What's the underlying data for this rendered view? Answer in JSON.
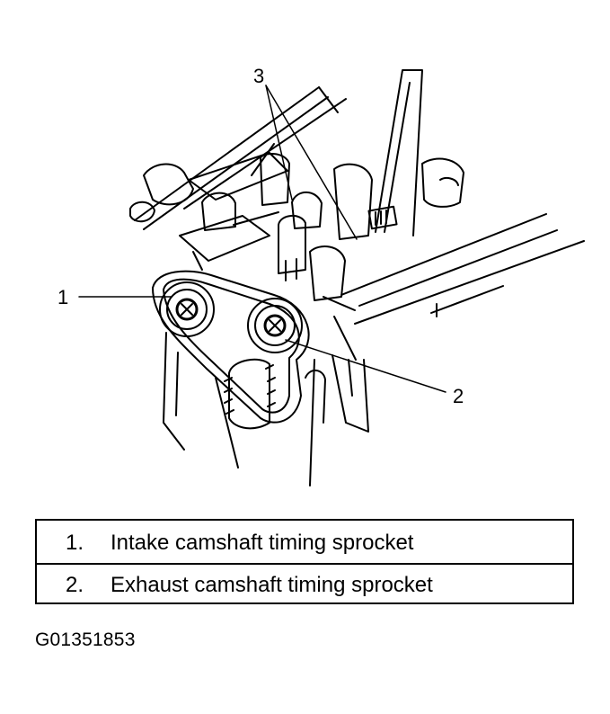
{
  "callouts": {
    "c1": "1",
    "c2": "2",
    "c3": "3"
  },
  "legend": {
    "rows": [
      {
        "number": "1.",
        "text": "Intake camshaft timing sprocket"
      },
      {
        "number": "2.",
        "text": "Exhaust camshaft timing sprocket"
      }
    ]
  },
  "figure_id": "G01351853",
  "colors": {
    "line": "#000000",
    "background": "#ffffff"
  }
}
